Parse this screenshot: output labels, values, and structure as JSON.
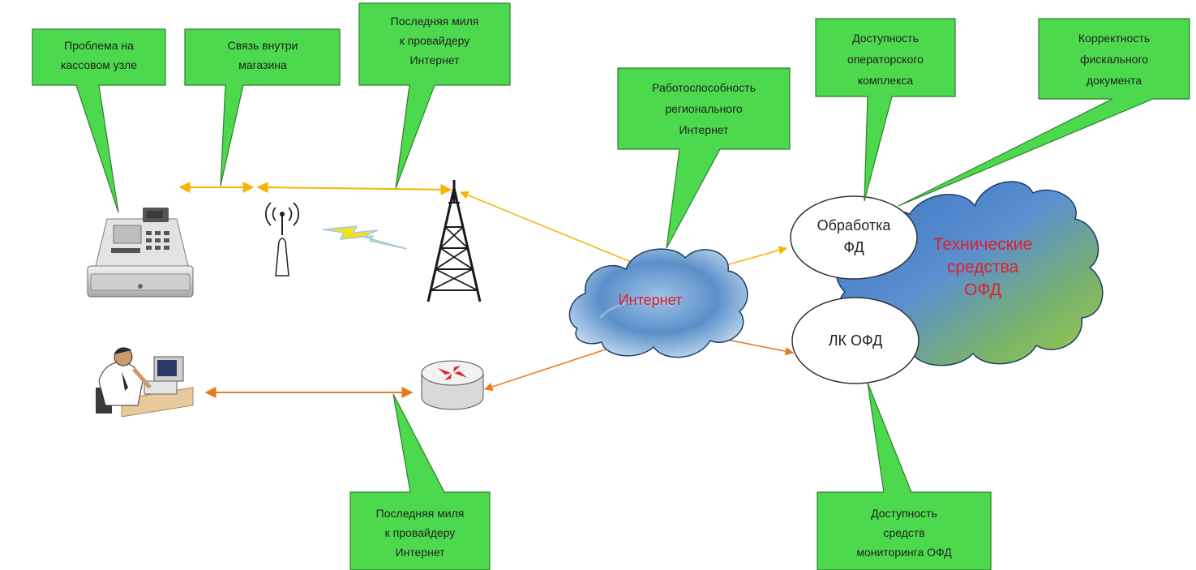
{
  "callouts": {
    "cash_register": "Проблема на|кассовом узле",
    "in_store": "Связь внутри|магазина",
    "last_mile_top": "Последняя миля|к провайдеру|Интернет",
    "regional_internet": "Работоспособность|регионального|Интернет",
    "operator_complex": "Доступность|операторского|комплекса",
    "fiscal_doc": "Корректность|фискального|документа",
    "last_mile_bottom": "Последняя миля|к провайдеру|Интернет",
    "monitoring": "Доступность|средств|мониторинга ОФД"
  },
  "nodes": {
    "internet": "Интернет",
    "ofd_tech": "Технические|средства|ОФД",
    "fd_processing": "Обработка|ФД",
    "lk_ofd": "ЛК ОФД"
  },
  "colors": {
    "callout_fill": "#4dd94d",
    "callout_stroke": "#2c7f2c",
    "arrow_yellow": "#f5b400",
    "arrow_orange": "#e87a1e",
    "node_label_red": "#e0202a"
  }
}
